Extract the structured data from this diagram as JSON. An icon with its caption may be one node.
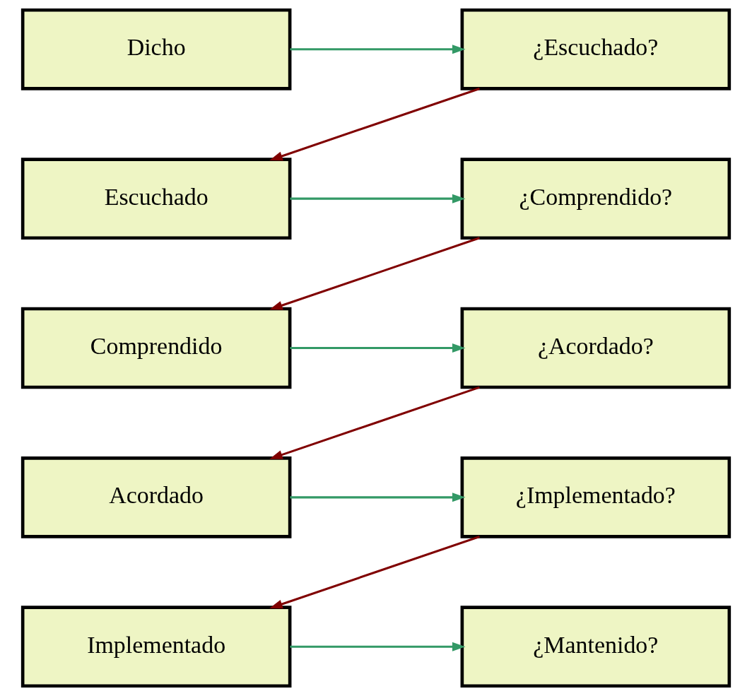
{
  "diagram": {
    "nodes": [
      {
        "text": [
          "Dicho"
        ]
      },
      {
        "text": [
          "¿Escuchado?"
        ]
      },
      {
        "text": [
          "Escuchado"
        ]
      },
      {
        "text": [
          "¿Comprendido?"
        ]
      },
      {
        "text": [
          "Comprendido"
        ]
      },
      {
        "text": [
          "¿Acordado?"
        ]
      },
      {
        "text": [
          "Acordado"
        ]
      },
      {
        "text": [
          "¿Implementado?"
        ]
      },
      {
        "text": [
          "Implementado"
        ]
      },
      {
        "text": [
          "¿Mantenido?"
        ]
      }
    ],
    "edges": [
      {
        "from": 0,
        "to": 1,
        "arrow": "to"
      },
      {
        "from": 1,
        "to": 2,
        "arrow": "to",
        "color": "#800000"
      },
      {
        "from": 2,
        "to": 3,
        "arrow": "to"
      },
      {
        "from": 3,
        "to": 4,
        "arrow": "to",
        "color": "#800000"
      },
      {
        "from": 4,
        "to": 5,
        "arrow": "to"
      },
      {
        "from": 5,
        "to": 6,
        "arrow": "to",
        "color": "#800000"
      },
      {
        "from": 6,
        "to": 7,
        "arrow": "to"
      },
      {
        "from": 7,
        "to": 8,
        "arrow": "to",
        "color": "#800000"
      },
      {
        "from": 8,
        "to": 9,
        "arrow": "to"
      }
    ]
  }
}
